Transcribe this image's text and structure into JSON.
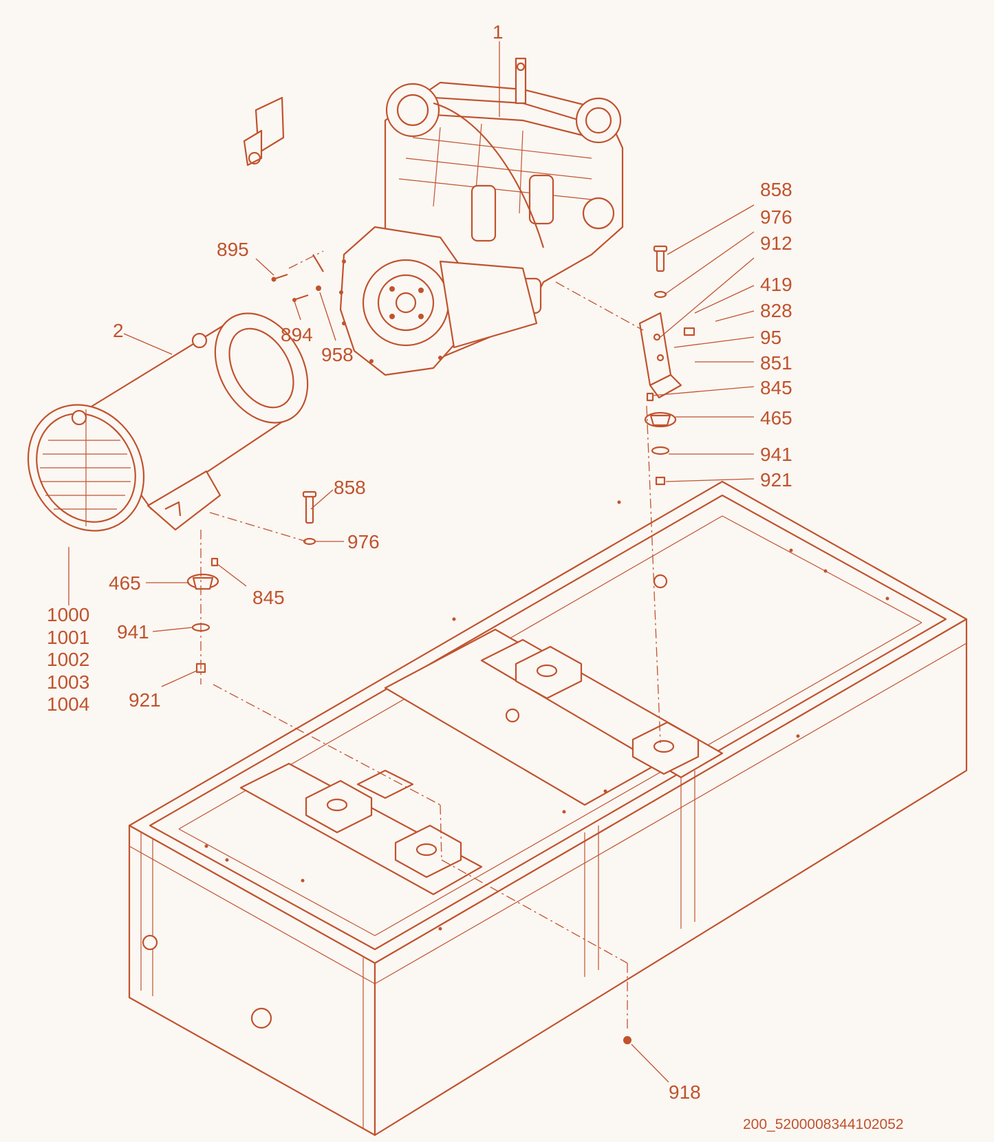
{
  "callouts": {
    "engine": "1",
    "generator": "2",
    "c858a": "858",
    "c976a": "976",
    "c912": "912",
    "c419": "419",
    "c828": "828",
    "c95": "95",
    "c851": "851",
    "c845a": "845",
    "c465a": "465",
    "c941a": "941",
    "c921a": "921",
    "c895": "895",
    "c894": "894",
    "c958": "958",
    "c858b": "858",
    "c976b": "976",
    "c465b": "465",
    "c845b": "845",
    "c941b": "941",
    "c921b": "921",
    "c1000": "1000",
    "c1001": "1001",
    "c1002": "1002",
    "c1003": "1003",
    "c1004": "1004",
    "c918": "918"
  },
  "drawing_code": "200_5200008344102052",
  "colors": {
    "line": "#c0532d",
    "background": "#fbf7f3"
  }
}
